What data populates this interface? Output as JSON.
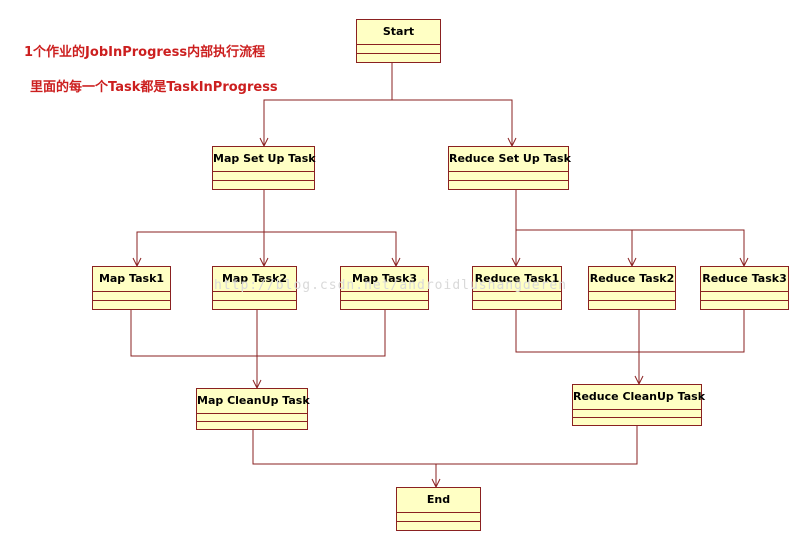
{
  "notes": {
    "line1": "1个作业的JobInProgress内部执行流程",
    "line2": "里面的每一个Task都是TaskInProgress"
  },
  "nodes": {
    "start": "Start",
    "map_setup": "Map Set Up Task",
    "reduce_setup": "Reduce Set Up Task",
    "map_task1": "Map Task1",
    "map_task2": "Map Task2",
    "map_task3": "Map Task3",
    "reduce_task1": "Reduce Task1",
    "reduce_task2": "Reduce Task2",
    "reduce_task3": "Reduce Task3",
    "map_cleanup": "Map CleanUp Task",
    "reduce_cleanup": "Reduce CleanUp Task",
    "end": "End"
  },
  "watermark": "http://blog.csdn.net/androidlushangderen",
  "colors": {
    "box_fill": "#ffffc4",
    "box_border": "#8a2121",
    "connector": "#8a2121",
    "note_text": "#cc1f1f"
  }
}
